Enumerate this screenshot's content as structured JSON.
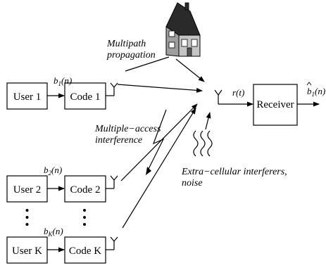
{
  "diagram": {
    "blocks": {
      "user1": "User 1",
      "code1": "Code 1",
      "user2": "User 2",
      "code2": "Code 2",
      "userk": "User K",
      "codek": "Code K",
      "receiver": "Receiver"
    },
    "signals": {
      "b1": {
        "base": "b",
        "sub": "1",
        "arg": "(n)"
      },
      "b2": {
        "base": "b",
        "sub": "2",
        "arg": "(n)"
      },
      "bk": {
        "base": "b",
        "sub": "K",
        "arg": "(n)"
      },
      "rt": "r(t)",
      "bhat": {
        "base": "b",
        "sub": "1",
        "arg": "(n)"
      }
    },
    "annotations": {
      "multipath_line1": "Multipath",
      "multipath_line2": "propagation",
      "mai_line1": "Multiple−access",
      "mai_line2": "interference",
      "extra_line1": "Extra−cellular interferers,",
      "extra_line2": "noise"
    },
    "icons": {
      "house": "house-icon",
      "antenna": "antenna-icon",
      "lightning": "lightning-arrow-icon",
      "noise": "noise-squiggle-icon"
    }
  }
}
